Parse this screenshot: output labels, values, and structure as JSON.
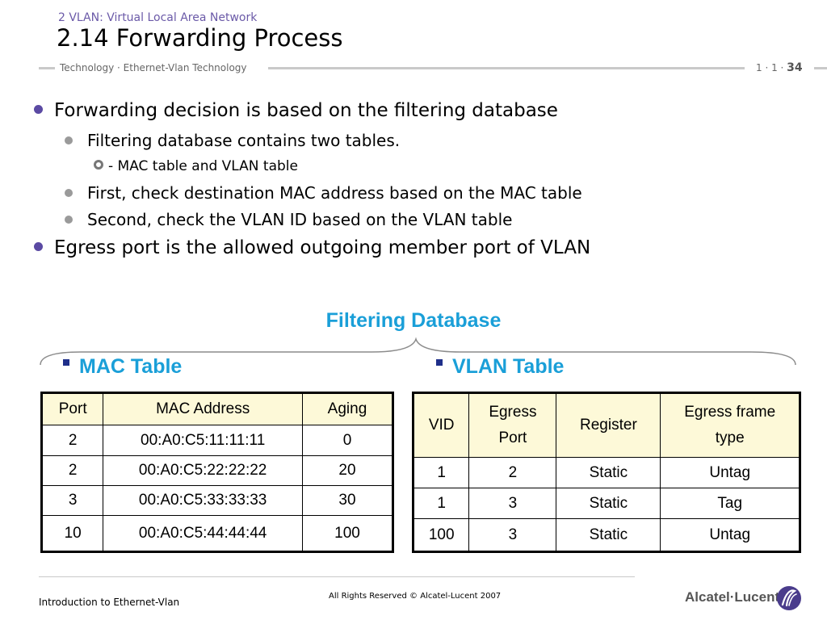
{
  "header": {
    "section": "2 VLAN: Virtual Local Area Network",
    "title": "2.14 Forwarding Process",
    "subtitle": "Technology · Ethernet-Vlan Technology",
    "page_prefix": "1 · 1 ·",
    "page_number": "34"
  },
  "bullets": {
    "b1": "Forwarding decision is based on the filtering database",
    "b1_1": "Filtering database contains two tables.",
    "b1_1_1": "- MAC table and VLAN table",
    "b1_2": "First, check destination MAC address based on the MAC table",
    "b1_3": "Second, check the VLAN ID based on the VLAN table",
    "b2": "Egress port is the allowed outgoing member port of VLAN"
  },
  "filtering_db": {
    "title": "Filtering Database",
    "mac_table": {
      "title": "MAC Table",
      "headers": [
        "Port",
        "MAC Address",
        "Aging"
      ],
      "rows": [
        [
          "2",
          "00:A0:C5:11:11:11",
          "0"
        ],
        [
          "2",
          "00:A0:C5:22:22:22",
          "20"
        ],
        [
          "3",
          "00:A0:C5:33:33:33",
          "30"
        ],
        [
          "10",
          "00:A0:C5:44:44:44",
          "100"
        ]
      ]
    },
    "vlan_table": {
      "title": "VLAN Table",
      "headers": [
        "VID",
        "Egress Port",
        "Register",
        "Egress frame type"
      ],
      "rows": [
        [
          "1",
          "2",
          "Static",
          "Untag"
        ],
        [
          "1",
          "3",
          "Static",
          "Tag"
        ],
        [
          "100",
          "3",
          "Static",
          "Untag"
        ]
      ]
    }
  },
  "footer": {
    "left": "Introduction to Ethernet-Vlan",
    "copyright": "All Rights Reserved © Alcatel-Lucent 2007",
    "logo_text": "Alcatel·Lucent",
    "logo_icon": "alcatel-lucent-swirl-icon"
  },
  "colors": {
    "accent_blue": "#1a9fd8",
    "bullet_purple": "#5b4aa3",
    "table_header_bg": "#fdf9d8"
  }
}
